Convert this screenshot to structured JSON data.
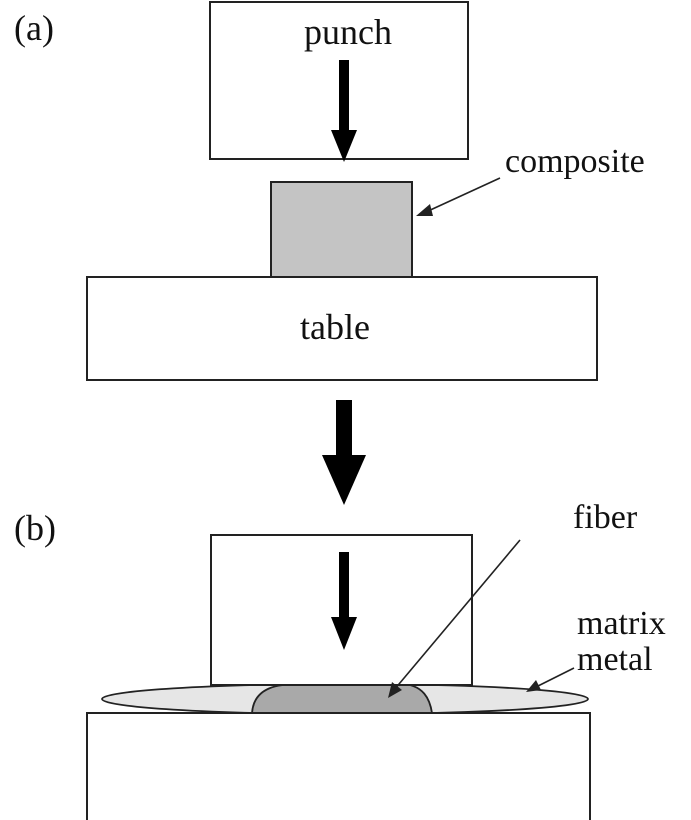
{
  "panel_a": {
    "tag": "(a)",
    "punch_label": "punch",
    "composite_label": "composite",
    "table_label": "table"
  },
  "panel_b": {
    "tag": "(b)",
    "fiber_label": "fiber",
    "matrix_label_line1": "matrix",
    "matrix_label_line2": "metal"
  },
  "colors": {
    "composite_fill": "#c4c4c4",
    "fiber_fill": "#a9a9a9",
    "matrix_fill": "#e6e6e6",
    "outline": "#222222",
    "arrow": "#000000"
  }
}
